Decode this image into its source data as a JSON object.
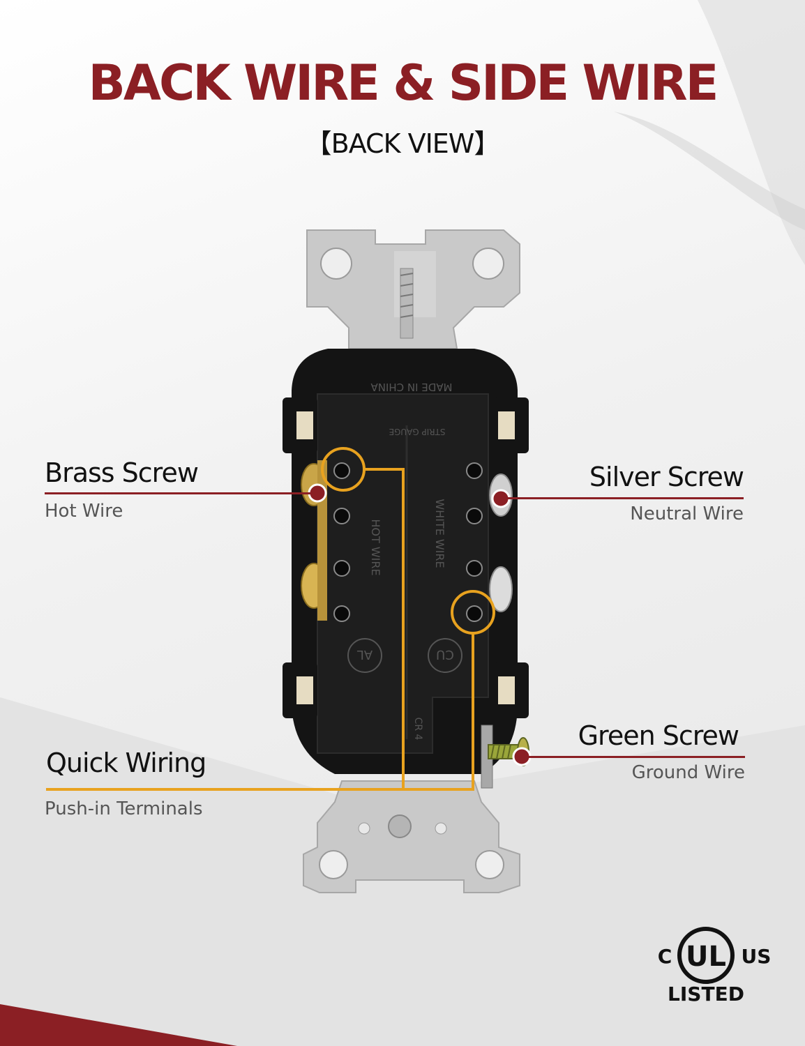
{
  "header": {
    "title": "BACK WIRE & SIDE WIRE",
    "subtitle": "【BACK VIEW】"
  },
  "callouts": {
    "brass": {
      "title": "Brass Screw",
      "sub": "Hot Wire"
    },
    "silver": {
      "title": "Silver Screw",
      "sub": "Neutral Wire"
    },
    "green": {
      "title": "Green Screw",
      "sub": "Ground Wire"
    },
    "quick": {
      "title": "Quick Wiring",
      "sub": "Push-in Terminals"
    }
  },
  "device_markings": {
    "made_in": "MADE IN CHINA",
    "strip_gauge": "STRIP GAUGE",
    "hot_wire": "HOT WIRE",
    "white_wire": "WHITE WIRE",
    "al": "AL",
    "cu": "CU",
    "cr": "CR 4"
  },
  "certification": {
    "left": "C",
    "center": "UL",
    "right": "US",
    "bottom": "LISTED"
  },
  "colors": {
    "accent_red": "#8b1f24",
    "accent_orange": "#e8a21f",
    "device_body": "#141414"
  }
}
